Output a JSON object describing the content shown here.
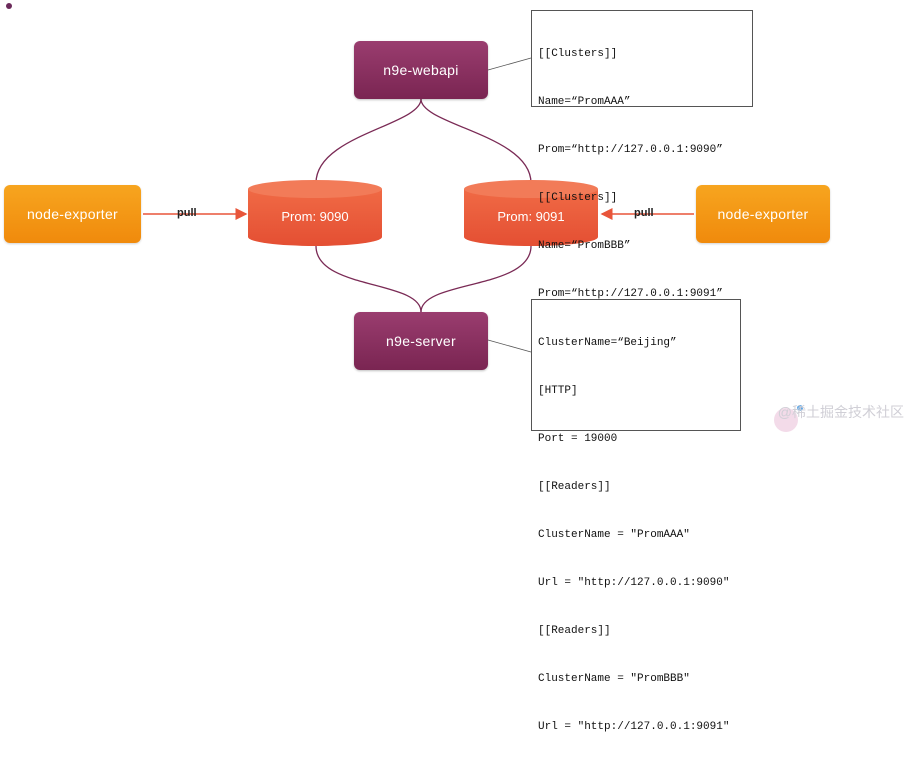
{
  "nodes": {
    "webapi": "n9e-webapi",
    "server": "n9e-server",
    "node_exporter_left": "node-exporter",
    "node_exporter_right": "node-exporter",
    "prom_9090": "Prom: 9090",
    "prom_9091": "Prom: 9091"
  },
  "edges": {
    "pull_left": "pull",
    "pull_right": "pull"
  },
  "config_top": {
    "lines": [
      "[[Clusters]]",
      "Name=“PromAAA”",
      "Prom=“http://127.0.0.1:9090”",
      "[[Clusters]]",
      "Name=“PromBBB”",
      "Prom=“http://127.0.0.1:9091”"
    ]
  },
  "config_bottom": {
    "lines": [
      "ClusterName=“Beijing”",
      "[HTTP]",
      "Port = 19000",
      "[[Readers]]",
      "ClusterName = \"PromAAA\"",
      "Url = \"http://127.0.0.1:9090\"",
      "[[Readers]]",
      "ClusterName = \"PromBBB\"",
      "Url = \"http://127.0.0.1:9091\""
    ]
  },
  "watermark": "@稀土掘金技术社区",
  "colors": {
    "purple": "#8a3060",
    "orange": "#f39a17",
    "db_red": "#ec5a3c"
  }
}
